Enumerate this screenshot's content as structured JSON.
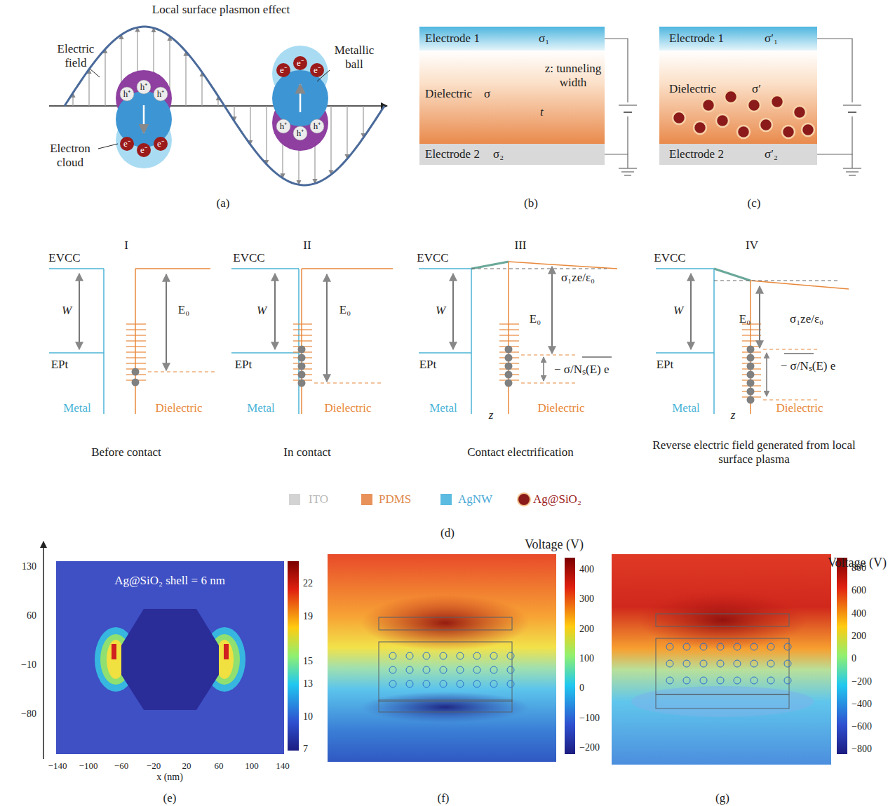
{
  "diagram": {
    "nodes": [
      {
        "text": [
          "Electrode 1",
          "σ₁"
        ]
      },
      {
        "text": [
          "Dielectric",
          "σ"
        ]
      },
      {
        "text": [
          "Electrode 2",
          "σ₂"
        ]
      },
      {
        "text": [
          "Electrode 1",
          "σ′₁"
        ]
      },
      {
        "text": [
          "Dielectric",
          "σ′"
        ]
      },
      {
        "text": [
          "Electrode 2",
          "σ′₂"
        ]
      }
    ],
    "edges": [
      {
        "from": 0,
        "to": 2,
        "arrow": "none"
      },
      {
        "from": 3,
        "to": 5,
        "arrow": "none"
      }
    ],
    "labels": [
      "Local surface plasmon effect",
      "Electric field",
      "Metallic ball",
      "Electron cloud",
      "h⁺",
      "h⁺",
      "h⁺",
      "e⁻",
      "e⁻",
      "e⁻",
      "e⁻",
      "e⁻",
      "e⁻",
      "h⁺",
      "h⁺",
      "h⁺",
      "(a)",
      "z: tunneling width",
      "t",
      "(b)",
      "(c)",
      "I",
      "II",
      "III",
      "IV",
      "EVCC",
      "W",
      "E₀",
      "EPt",
      "Metal",
      "Dielectric",
      "EVCC",
      "W",
      "E₀",
      "EPt",
      "Metal",
      "Dielectric",
      "EVCC",
      "W",
      "σ₁ze/ε₀",
      "E₀",
      "− σ/Nₛ(E) e",
      "EPt",
      "Metal",
      "z",
      "Dielectric",
      "EVCC",
      "W",
      "E₀",
      "σ₁ze/ε₀",
      "− σ/Nₛ(E) e",
      "EPt",
      "Metal",
      "z",
      "Dielectric",
      "Before contact",
      "In contact",
      "Contact electrification",
      "Reverse electric field generated from local surface plasma",
      "(d)",
      "Ag@SiO₂ shell = 6 nm",
      "130",
      "60",
      "−10",
      "−80",
      "−140",
      "−100",
      "−60",
      "−20",
      "20",
      "60",
      "100",
      "140",
      "x (nm)",
      "22",
      "19",
      "15",
      "13",
      "10",
      "7",
      "(e)",
      "Voltage (V)",
      "400",
      "300",
      "200",
      "100",
      "0",
      "−100",
      "−200",
      "(f)",
      "Voltage (V)",
      "800",
      "600",
      "400",
      "200",
      "0",
      "−200",
      "−400",
      "−600",
      "−800",
      "(g)"
    ],
    "legend": [
      {
        "text": "ITO",
        "color": "#d3d3d3"
      },
      {
        "text": "PDMS",
        "color": "#e8925a"
      },
      {
        "text": "AgNW",
        "color": "#5bbbe0"
      },
      {
        "text": "Ag@SiO₂"
      }
    ]
  }
}
